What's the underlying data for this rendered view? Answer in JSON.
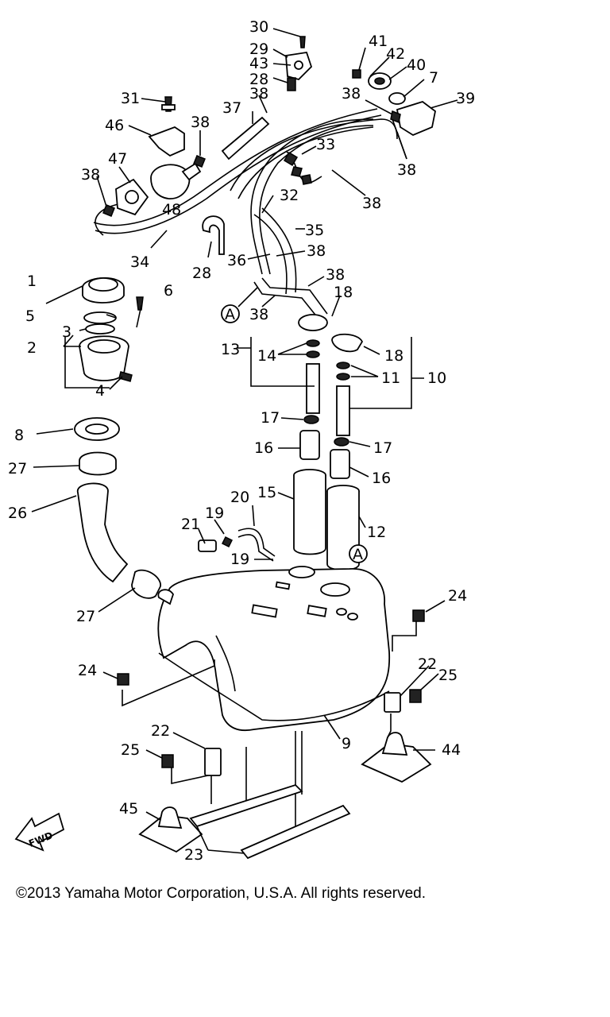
{
  "copyright": "©2013 Yamaha Motor Corporation, U.S.A. All rights reserved.",
  "fwd_label": "FWD",
  "callouts": {
    "c1": "1",
    "c2": "2",
    "c3": "3",
    "c4": "4",
    "c5": "5",
    "c6": "6",
    "c7": "7",
    "c8": "8",
    "c9": "9",
    "c10": "10",
    "c11": "11",
    "c12": "12",
    "c13": "13",
    "c14": "14",
    "c15": "15",
    "c16a": "16",
    "c16b": "16",
    "c17a": "17",
    "c17b": "17",
    "c18a": "18",
    "c18b": "18",
    "c19a": "19",
    "c19b": "19",
    "c20": "20",
    "c21": "21",
    "c22a": "22",
    "c22b": "22",
    "c23": "23",
    "c24a": "24",
    "c24b": "24",
    "c25a": "25",
    "c25b": "25",
    "c26": "26",
    "c27a": "27",
    "c27b": "27",
    "c28a": "28",
    "c28b": "28",
    "c29": "29",
    "c30": "30",
    "c31": "31",
    "c32": "32",
    "c33": "33",
    "c34": "34",
    "c35": "35",
    "c36": "36",
    "c37": "37",
    "c38a": "38",
    "c38b": "38",
    "c38c": "38",
    "c38d": "38",
    "c38e": "38",
    "c38f": "38",
    "c38g": "38",
    "c38h": "38",
    "c38i": "38",
    "c39": "39",
    "c40": "40",
    "c41": "41",
    "c42": "42",
    "c43": "43",
    "c44": "44",
    "c45": "45",
    "c46": "46",
    "c47": "47",
    "c48": "48",
    "cAa": "A",
    "cAb": "A"
  }
}
